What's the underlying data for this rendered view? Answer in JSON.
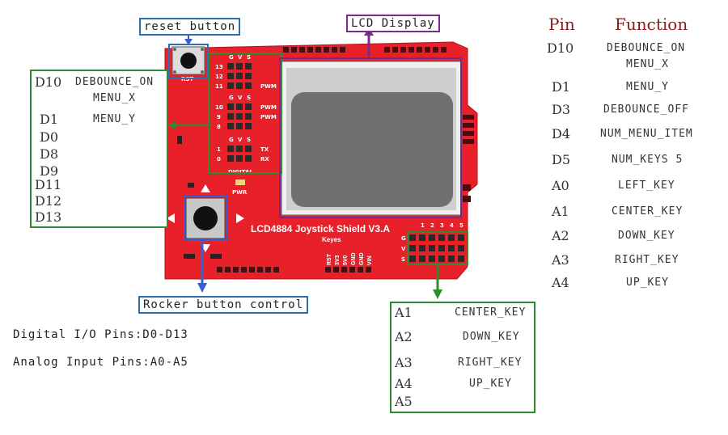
{
  "callouts": {
    "reset": "reset button",
    "lcd": "LCD Display",
    "rocker": "Rocker button control"
  },
  "board": {
    "title": "LCD4884 Joystick Shield V3.A",
    "brand": "Keyes",
    "rst": "RST",
    "pwr": "PWR",
    "digital": "DIGITAL",
    "header_cols": [
      "G",
      "V",
      "S"
    ],
    "digital_pins": [
      "13",
      "12",
      "11",
      "10",
      "9",
      "8",
      "1",
      "0"
    ],
    "pin_tags": [
      "PWM",
      "PWM",
      "PWM",
      "TX",
      "RX"
    ],
    "power_pins": [
      "RST",
      "3V3",
      "5V0",
      "GND",
      "GND",
      "VIN"
    ],
    "analog_rows": [
      "G",
      "V",
      "S"
    ],
    "analog_cols": [
      "1",
      "2",
      "3",
      "4",
      "5"
    ]
  },
  "left_box": {
    "rows": [
      {
        "pin": "D10",
        "fn": "DEBOUNCE_ON",
        "fn2": "MENU_X"
      },
      {
        "pin": "D1",
        "fn": "MENU_Y",
        "fn2": ""
      },
      {
        "pin": "D0",
        "fn": "",
        "fn2": ""
      },
      {
        "pin": "D8",
        "fn": "",
        "fn2": ""
      },
      {
        "pin": "D9",
        "fn": "",
        "fn2": ""
      },
      {
        "pin": "D11",
        "fn": "",
        "fn2": ""
      },
      {
        "pin": "D12",
        "fn": "",
        "fn2": ""
      },
      {
        "pin": "D13",
        "fn": "",
        "fn2": ""
      }
    ]
  },
  "bottom_box": {
    "rows": [
      {
        "pin": "A1",
        "fn": "CENTER_KEY"
      },
      {
        "pin": "A2",
        "fn": "DOWN_KEY"
      },
      {
        "pin": "A3",
        "fn": "RIGHT_KEY"
      },
      {
        "pin": "A4",
        "fn": "UP_KEY"
      },
      {
        "pin": "A5",
        "fn": ""
      }
    ]
  },
  "table": {
    "header_pin": "Pin",
    "header_function": "Function",
    "rows": [
      {
        "pin": "D10",
        "fn": "DEBOUNCE_ON",
        "fn2": "MENU_X"
      },
      {
        "pin": "D1",
        "fn": "MENU_Y",
        "fn2": ""
      },
      {
        "pin": "D3",
        "fn": "DEBOUNCE_OFF",
        "fn2": ""
      },
      {
        "pin": "D4",
        "fn": "NUM_MENU_ITEM",
        "fn2": ""
      },
      {
        "pin": "D5",
        "fn": "NUM_KEYS 5",
        "fn2": ""
      },
      {
        "pin": "A0",
        "fn": "LEFT_KEY",
        "fn2": ""
      },
      {
        "pin": "A1",
        "fn": "CENTER_KEY",
        "fn2": ""
      },
      {
        "pin": "A2",
        "fn": "DOWN_KEY",
        "fn2": ""
      },
      {
        "pin": "A3",
        "fn": "RIGHT_KEY",
        "fn2": ""
      },
      {
        "pin": "A4",
        "fn": "UP_KEY",
        "fn2": ""
      }
    ]
  },
  "notes": {
    "digital": "Digital I/O Pins:D0-D13",
    "analog": "Analog Input Pins:A0-A5"
  },
  "colors": {
    "board": "#e8202a",
    "green": "#2e8b2e",
    "purple": "#7a2a8a",
    "blue_box": "#2f6fb0",
    "arrow_blue": "#3a5fcd",
    "table_red": "#8b1a1a"
  }
}
